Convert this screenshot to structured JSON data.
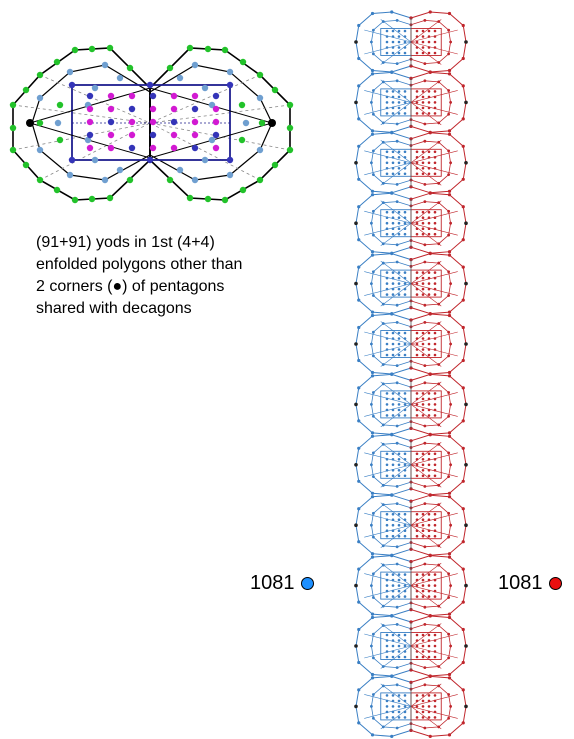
{
  "caption": {
    "line1": "(91+91) yods in 1st (4+4)",
    "line2": "enfolded polygons other than",
    "line3": "2 corners (●) of pentagons",
    "line4": "shared with decagons"
  },
  "counts": {
    "left": {
      "value": "1081",
      "color": "#1e90ff"
    },
    "right": {
      "value": "1081",
      "color": "#e81010"
    }
  },
  "colors": {
    "blue": "#3a7fc4",
    "red": "#c0262c",
    "green_dot": "#22c22a",
    "steel_dot": "#6f9fd0",
    "magenta_dot": "#d21ad2",
    "indigo_dot": "#3434b8",
    "navy_line": "#1f1f8f"
  },
  "stack": {
    "repeat_count": 12
  }
}
